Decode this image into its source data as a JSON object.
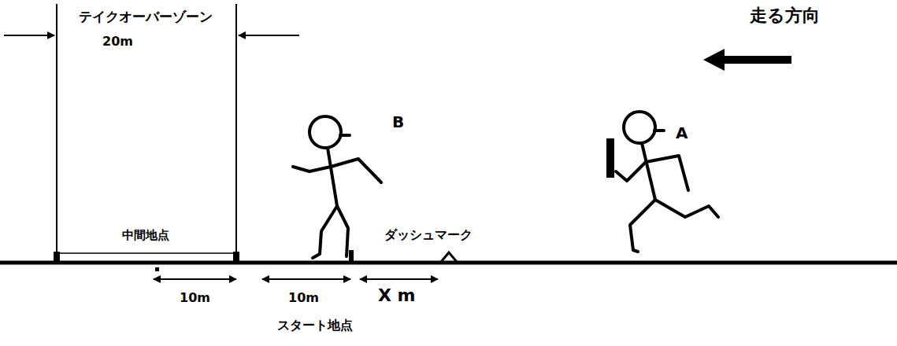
{
  "diagram": {
    "labels": [
      "テイクオーバーゾーン",
      "20m",
      "走る方向",
      "B",
      "A",
      "中間地点",
      "ダッシュマーク",
      "10m",
      "10m",
      "X m",
      "スタート地点"
    ]
  }
}
